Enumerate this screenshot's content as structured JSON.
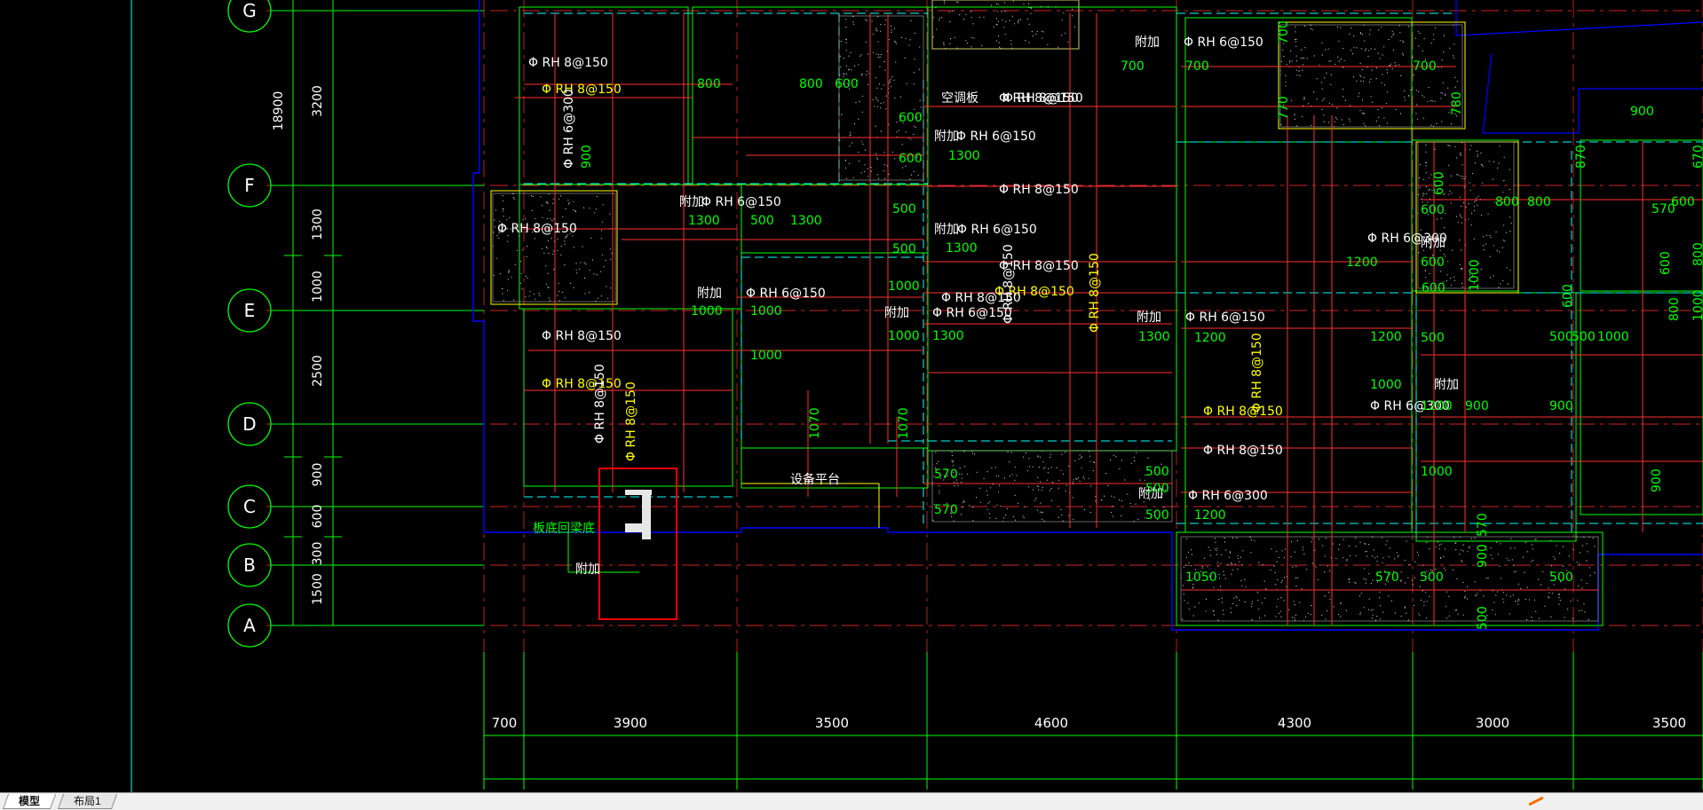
{
  "tabs": [
    {
      "label": "模型",
      "active": true
    },
    {
      "label": "布局1",
      "active": false
    }
  ],
  "colors": {
    "background": "#000000",
    "axis": "#00ff00",
    "rebar": "#ff3030",
    "label_white": "#ffffff",
    "label_yellow": "#ffff00",
    "dim_green": "#00ff00",
    "dashed": "#00ffff",
    "beam_blue": "#0000ff",
    "highlight": "#ff0000"
  },
  "grid_rows": [
    "G",
    "F",
    "E",
    "D",
    "C",
    "B",
    "A"
  ],
  "left_dims": {
    "total": "18900",
    "segments": [
      "3200",
      "1300",
      "1000",
      "2500",
      "900",
      "600",
      "300",
      "1500"
    ]
  },
  "bottom_dims": [
    "700",
    "3900",
    "3500",
    "4600",
    "4300",
    "3000",
    "3500"
  ],
  "labels": [
    {
      "t": "Φ RH 8@150",
      "c": "w"
    },
    {
      "t": "Φ RH 8@150",
      "c": "y"
    },
    {
      "t": "800",
      "c": "g"
    },
    {
      "t": "800",
      "c": "g"
    },
    {
      "t": "600",
      "c": "g"
    },
    {
      "t": "Φ RH 6@300",
      "c": "w"
    },
    {
      "t": "900",
      "c": "g"
    },
    {
      "t": "Φ RH 8@150",
      "c": "w"
    },
    {
      "t": "附加",
      "c": "w"
    },
    {
      "t": "Φ RH 6@150",
      "c": "w"
    },
    {
      "t": "1300",
      "c": "g"
    },
    {
      "t": "1300",
      "c": "g"
    },
    {
      "t": "Φ RH 8@150",
      "c": "w"
    },
    {
      "t": "500",
      "c": "g"
    },
    {
      "t": "500",
      "c": "g"
    },
    {
      "t": "500",
      "c": "g"
    },
    {
      "t": "附加",
      "c": "w"
    },
    {
      "t": "Φ RH 6@150",
      "c": "w"
    },
    {
      "t": "1000",
      "c": "g"
    },
    {
      "t": "1000",
      "c": "g"
    },
    {
      "t": "1000",
      "c": "g"
    },
    {
      "t": "1000",
      "c": "g"
    },
    {
      "t": "Φ RH 8@150",
      "c": "w"
    },
    {
      "t": "Φ RH 8@150",
      "c": "y"
    },
    {
      "t": "Φ RH 8@150",
      "c": "w"
    },
    {
      "t": "Φ RH 8@150",
      "c": "y"
    },
    {
      "t": "附加",
      "c": "w"
    },
    {
      "t": "Φ RH 6@150",
      "c": "w"
    },
    {
      "t": "1300",
      "c": "g"
    },
    {
      "t": "600",
      "c": "g"
    },
    {
      "t": "600",
      "c": "g"
    },
    {
      "t": "Φ RH 8@150",
      "c": "w"
    },
    {
      "t": "Φ RH 8@150",
      "c": "w"
    },
    {
      "t": "附加",
      "c": "w"
    },
    {
      "t": "Φ RH 6@150",
      "c": "w"
    },
    {
      "t": "1300",
      "c": "g"
    },
    {
      "t": "Φ RH 8@150",
      "c": "w"
    },
    {
      "t": "Φ RH 8@150",
      "c": "y"
    },
    {
      "t": "附加",
      "c": "w"
    },
    {
      "t": "Φ RH 6@150",
      "c": "w"
    },
    {
      "t": "1000",
      "c": "g"
    },
    {
      "t": "1300",
      "c": "g"
    },
    {
      "t": "1070",
      "c": "g"
    },
    {
      "t": "1070",
      "c": "g"
    },
    {
      "t": "设备平台",
      "c": "w"
    },
    {
      "t": "570",
      "c": "g"
    },
    {
      "t": "570",
      "c": "g"
    },
    {
      "t": "Φ RH 8@150",
      "c": "w"
    },
    {
      "t": "Φ RH 8@150",
      "c": "y"
    },
    {
      "t": "附加",
      "c": "w"
    },
    {
      "t": "Φ RH 6@150",
      "c": "w"
    },
    {
      "t": "1300",
      "c": "g"
    },
    {
      "t": "1200",
      "c": "g"
    },
    {
      "t": "500",
      "c": "g"
    },
    {
      "t": "500",
      "c": "g"
    },
    {
      "t": "附加",
      "c": "w"
    },
    {
      "t": "Φ RH 6@300",
      "c": "w"
    },
    {
      "t": "1200",
      "c": "g"
    },
    {
      "t": "Φ RH 8@150",
      "c": "y"
    },
    {
      "t": "Φ RH 8@150",
      "c": "w"
    },
    {
      "t": "附加",
      "c": "w"
    },
    {
      "t": "Φ RH 6@150",
      "c": "w"
    },
    {
      "t": "700",
      "c": "g"
    },
    {
      "t": "700",
      "c": "g"
    },
    {
      "t": "700",
      "c": "g"
    },
    {
      "t": "700",
      "c": "g"
    },
    {
      "t": "770",
      "c": "g"
    },
    {
      "t": "780",
      "c": "g"
    },
    {
      "t": "900",
      "c": "g"
    },
    {
      "t": "空调板",
      "c": "w"
    },
    {
      "t": "Φ RH 8@150",
      "c": "w"
    },
    {
      "t": "Φ RH 8@150",
      "c": "y"
    },
    {
      "t": "附加",
      "c": "w"
    },
    {
      "t": "Φ RH 6@300",
      "c": "w"
    },
    {
      "t": "1200",
      "c": "g"
    },
    {
      "t": "600",
      "c": "g"
    },
    {
      "t": "600",
      "c": "g"
    },
    {
      "t": "600",
      "c": "g"
    },
    {
      "t": "600",
      "c": "g"
    },
    {
      "t": "800",
      "c": "g"
    },
    {
      "t": "800",
      "c": "g"
    },
    {
      "t": "600",
      "c": "g"
    },
    {
      "t": "870",
      "c": "g"
    },
    {
      "t": "670",
      "c": "g"
    },
    {
      "t": "1200",
      "c": "g"
    },
    {
      "t": "500",
      "c": "g"
    },
    {
      "t": "500",
      "c": "g"
    },
    {
      "t": "1000",
      "c": "g"
    },
    {
      "t": "1000",
      "c": "g"
    },
    {
      "t": "附加",
      "c": "w"
    },
    {
      "t": "Φ RH 6@300",
      "c": "w"
    },
    {
      "t": "1200",
      "c": "g"
    },
    {
      "t": "900",
      "c": "g"
    },
    {
      "t": "900",
      "c": "g"
    },
    {
      "t": "1000",
      "c": "g"
    },
    {
      "t": "900",
      "c": "g"
    },
    {
      "t": "1050",
      "c": "g"
    },
    {
      "t": "570",
      "c": "g"
    },
    {
      "t": "500",
      "c": "g"
    },
    {
      "t": "500",
      "c": "g"
    },
    {
      "t": "570",
      "c": "g"
    },
    {
      "t": "900",
      "c": "g"
    },
    {
      "t": "500",
      "c": "g"
    },
    {
      "t": "570",
      "c": "g"
    },
    {
      "t": "600",
      "c": "g"
    },
    {
      "t": "800",
      "c": "g"
    },
    {
      "t": "800",
      "c": "g"
    },
    {
      "t": "1000",
      "c": "g"
    },
    {
      "t": "1000",
      "c": "g"
    },
    {
      "t": "600",
      "c": "g"
    },
    {
      "t": "500",
      "c": "g"
    },
    {
      "t": "500",
      "c": "g"
    },
    {
      "t": "附加",
      "c": "w"
    },
    {
      "t": "板底回梁底",
      "c": "g"
    }
  ]
}
